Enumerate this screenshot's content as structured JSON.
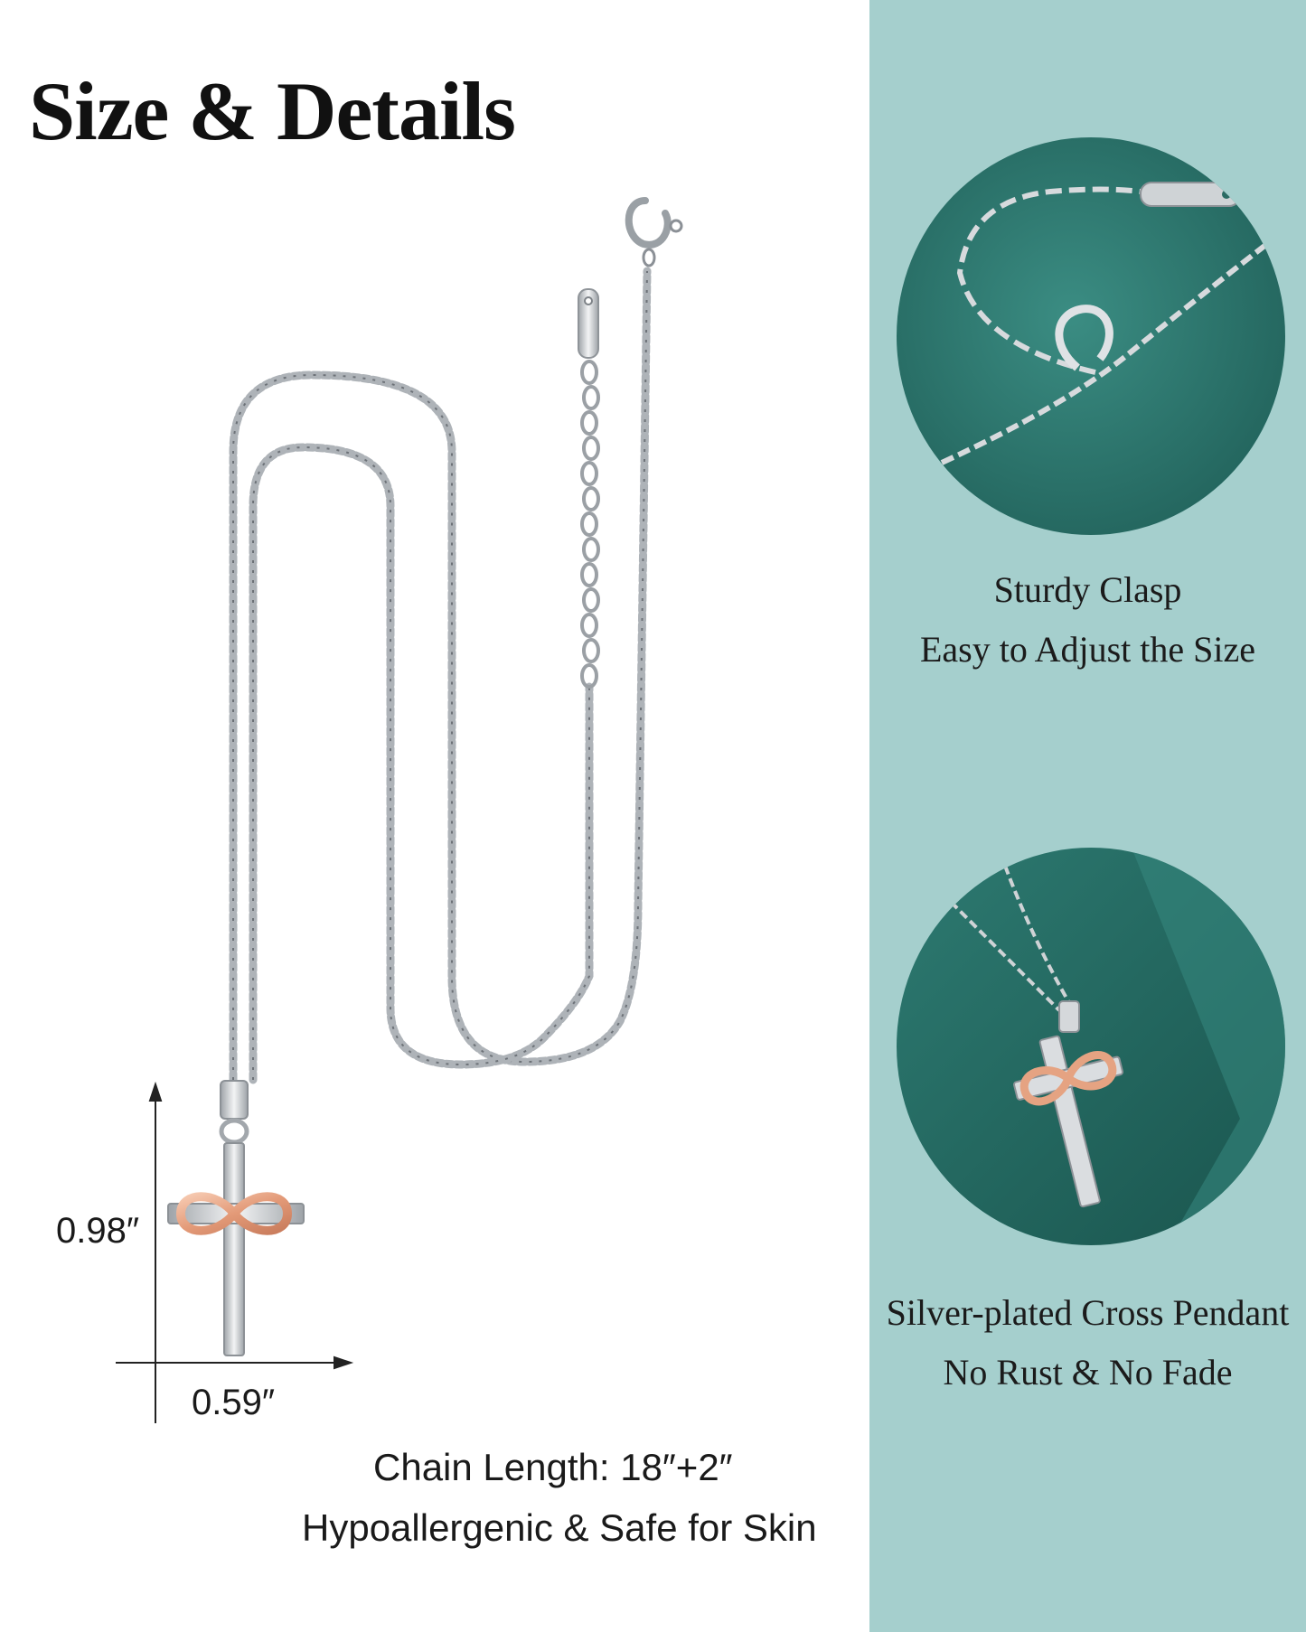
{
  "title": "Size & Details",
  "dimensions": {
    "height_label": "0.98″",
    "width_label": "0.59″"
  },
  "chain_info": {
    "length": "Chain Length: 18″+2″",
    "material": "Hypoallergenic & Safe for Skin"
  },
  "features": [
    {
      "line1": "Sturdy Clasp",
      "line2": "Easy to Adjust the Size"
    },
    {
      "line1": "Silver-plated Cross Pendant",
      "line2": "No Rust & No Fade"
    }
  ],
  "colors": {
    "panel_teal": "#a5cfcd",
    "photo_teal": "#2f7d74",
    "silver": "#c9cdd1",
    "rose_gold": "#e6a07f"
  }
}
